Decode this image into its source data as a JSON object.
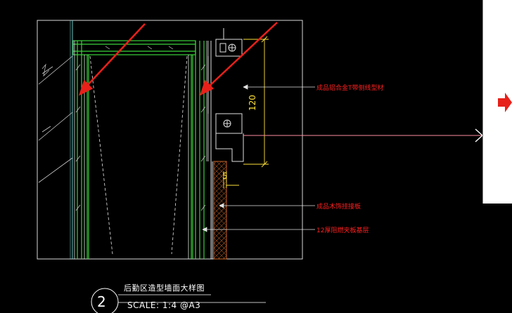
{
  "drawing": {
    "detail_number": "2",
    "title": "后勤区造型墙面大样图",
    "scale": "SCALE: 1:4 @A3"
  },
  "dimensions": {
    "vertical": "120",
    "small": "5"
  },
  "callouts": [
    {
      "text": "成品铝合金T带侧线型材"
    },
    {
      "text": "成品木饰挂接板"
    },
    {
      "text": "12厚阻燃夹板基层"
    }
  ],
  "colors": {
    "background": "#000000",
    "frame": "#ffffff",
    "profile_green": "#3ad23a",
    "annotation_red": "#ff2020",
    "dimension_yellow": "#ffe23a",
    "hatch_orange": "#c86428",
    "pointer_arrow": "#e8201a"
  }
}
